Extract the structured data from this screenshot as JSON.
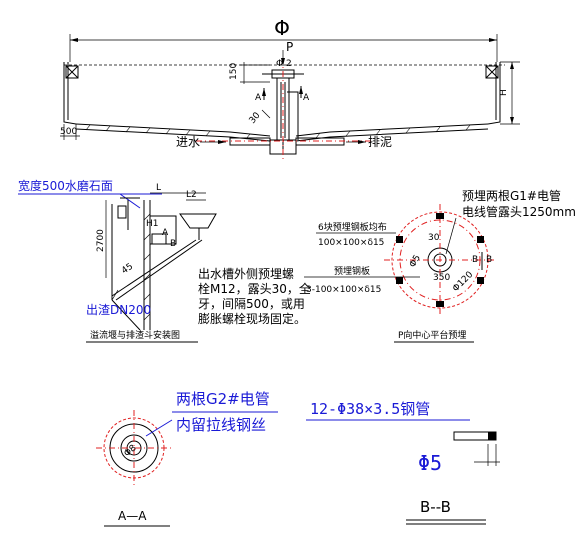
{
  "top": {
    "phi": "Φ",
    "p": "P",
    "phi2": "Φ 2",
    "dim_150": "150",
    "dim_500": "500",
    "dim_h": "H",
    "dim_30": "30",
    "sec_a_left": "A",
    "sec_a_right": "A",
    "inlet": "进水",
    "outlet": "排泥"
  },
  "weir": {
    "heading": "宽度500水磨石面",
    "dim_l": "L",
    "dim_l2": "L2",
    "dim_2700": "2700",
    "dim_h1": "H1",
    "dim_b": "B",
    "dim_a": "A",
    "dim_45": "45",
    "outlet": "出渣DN200",
    "note_1": "出水槽外侧预埋螺",
    "note_2": "栓M12，露头30，全",
    "note_3": "牙，间隔500，或用",
    "note_4": "膨胀螺栓现场固定。",
    "caption": "溢流堰与排渣斗安装图"
  },
  "platform": {
    "note_top_1": "预埋两根G1#电管",
    "note_top_2": "电线管露头1250mm",
    "note_left_1": "6块预埋钢板均布",
    "note_left_2": "100×100×δ15",
    "note_mid_1": "预埋钢板",
    "note_mid_2": "3-100×100×δ15",
    "dim_30": "30",
    "dim_phi": "Φ5",
    "dim_350": "350",
    "dim_phi120": "Φ120",
    "sec_b1": "B",
    "sec_b2": "B",
    "caption": "P向中心平台预埋"
  },
  "aa": {
    "note_1": "两根G2#电管",
    "note_2": "内留拉线钢丝",
    "inner": "Φ8",
    "caption": "A—A"
  },
  "bb": {
    "pipe": "12-Φ38×3.5钢管",
    "phi5": "Φ5",
    "caption": "B--B"
  }
}
